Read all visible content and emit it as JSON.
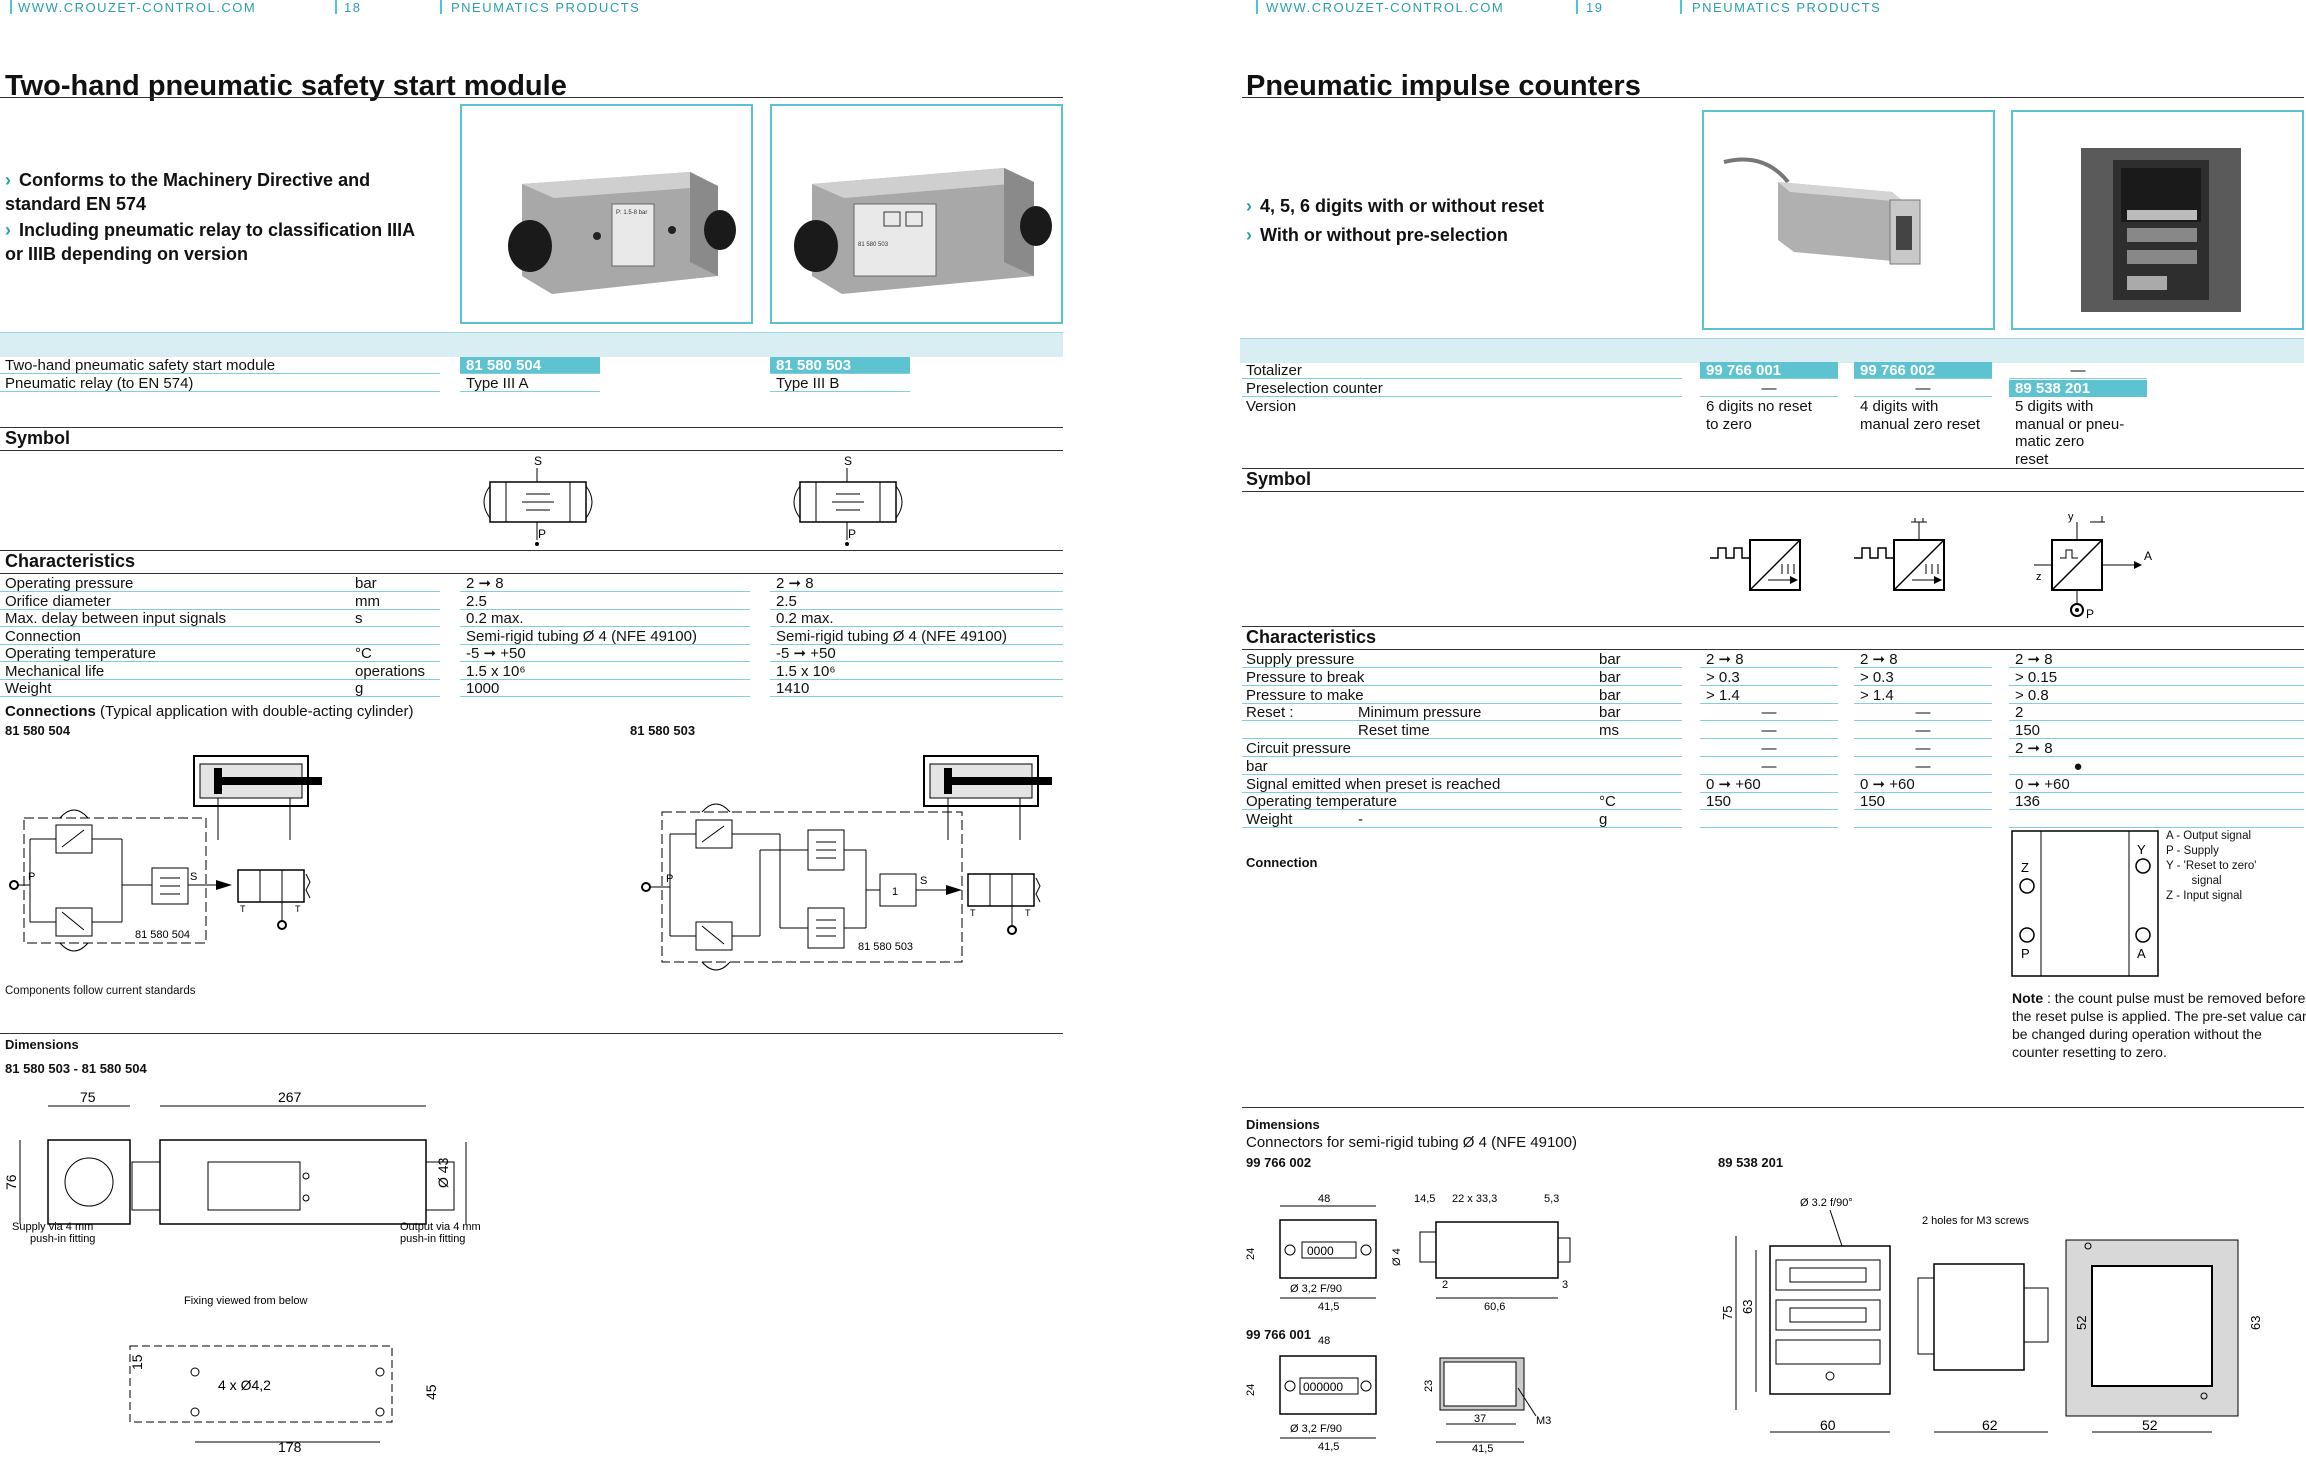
{
  "left": {
    "header": {
      "site": "WWW.CROUZET-CONTROL.COM",
      "page": "18",
      "section": "PNEUMATICS PRODUCTS"
    },
    "title": "Two-hand pneumatic safety start module",
    "bullets": [
      "Conforms to the Machinery Directive and standard EN 574",
      "Including pneumatic relay to classification IIIA or IIIB depending on version"
    ],
    "photos": {
      "a_label": "P: 1.5-8 bar",
      "b_label": "81 580 503"
    },
    "rows": [
      {
        "label": "Two-hand pneumatic safety start module",
        "v1": "81 580 504",
        "v2": "81 580 503"
      },
      {
        "label": "Pneumatic relay (to EN 574)",
        "v1": "Type III A",
        "v2": "Type III B"
      }
    ],
    "symbol_title": "Symbol",
    "symbol_s": "S",
    "symbol_p": "P",
    "char_title": "Characteristics",
    "chars": [
      {
        "label": "Operating pressure",
        "unit": "bar",
        "v1": "2 ➞ 8",
        "v2": "2 ➞ 8"
      },
      {
        "label": "Orifice diameter",
        "unit": "mm",
        "v1": "2.5",
        "v2": "2.5"
      },
      {
        "label": "Max. delay between input signals",
        "unit": "s",
        "v1": "0.2 max.",
        "v2": "0.2 max."
      },
      {
        "label": "Connection",
        "unit": "",
        "v1": "Semi-rigid tubing Ø 4 (NFE 49100)",
        "v2": "Semi-rigid tubing Ø 4 (NFE 49100)"
      },
      {
        "label": "Operating temperature",
        "unit": "°C",
        "v1": "-5 ➞ +50",
        "v2": "-5 ➞ +50"
      },
      {
        "label": "Mechanical life",
        "unit": "operations",
        "v1": "1.5 x 10⁶",
        "v2": "1.5 x 10⁶"
      },
      {
        "label": "Weight",
        "unit": "g",
        "v1": "1000",
        "v2": "1410"
      }
    ],
    "conn_title": "Connections",
    "conn_sub": "(Typical application with double-acting cylinder)",
    "conn_a": "81 580 504",
    "conn_b": "81 580 503",
    "diag_a_label": "81 580 504",
    "diag_b_label": "81 580 503",
    "diag_p": "P",
    "diag_s": "S",
    "diag_t": "T",
    "diag_1": "1",
    "components_note": "Components follow current standards",
    "dim_title": "Dimensions",
    "dim_models": "81 580 503 - 81 580 504",
    "dims": {
      "w75": "75",
      "w267": "267",
      "h76": "76",
      "d43": "Ø 43",
      "supply": "Supply via 4 mm",
      "supply2": "push-in fitting",
      "output": "Output via 4 mm",
      "output2": "push-in fitting",
      "fixing": "Fixing viewed from below",
      "h15": "15",
      "holes": "4 x Ø4,2",
      "h45": "45",
      "w178": "178"
    }
  },
  "right": {
    "header": {
      "site": "WWW.CROUZET-CONTROL.COM",
      "page": "19",
      "section": "PNEUMATICS PRODUCTS"
    },
    "title": "Pneumatic impulse counters",
    "bullets": [
      "4, 5, 6 digits with or without reset",
      "With or without pre-selection"
    ],
    "rows": [
      {
        "label": "Totalizer",
        "v1": "99 766 001",
        "v2": "99 766 002",
        "v3": "—"
      },
      {
        "label": "Preselection counter",
        "v1": "—",
        "v2": "—",
        "v3": "89 538 201"
      }
    ],
    "version_label": "Version",
    "versions": [
      [
        "6 digits no reset",
        "to zero"
      ],
      [
        "4 digits with",
        "manual zero reset"
      ],
      [
        "5 digits with",
        "manual or pneu-",
        "matic zero",
        "reset"
      ]
    ],
    "symbol_title": "Symbol",
    "sym_labels": {
      "y": "y",
      "z": "z",
      "a": "A",
      "p": "P"
    },
    "char_title": "Characteristics",
    "chars": [
      {
        "label": "Supply pressure",
        "sub": "",
        "unit": "bar",
        "v1": "2 ➞ 8",
        "v2": "2 ➞ 8",
        "v3": "2 ➞ 8"
      },
      {
        "label": "Pressure to break",
        "sub": "",
        "unit": "bar",
        "v1": "> 0.3",
        "v2": "> 0.3",
        "v3": "> 0.15"
      },
      {
        "label": "Pressure to make",
        "sub": "",
        "unit": "bar",
        "v1": "> 1.4",
        "v2": "> 1.4",
        "v3": "> 0.8"
      },
      {
        "label": "Reset :",
        "sub": "Minimum pressure",
        "unit": "bar",
        "v1": "—",
        "v2": "—",
        "v3": "2"
      },
      {
        "label": "",
        "sub": "Reset time",
        "unit": "ms",
        "v1": "—",
        "v2": "—",
        "v3": "150"
      },
      {
        "label": "Circuit pressure",
        "sub": "",
        "unit": "",
        "v1": "—",
        "v2": "—",
        "v3": "2 ➞ 8"
      },
      {
        "label": "bar",
        "sub": "",
        "unit": "",
        "v1": "—",
        "v2": "—",
        "v3": "●"
      },
      {
        "label": "Signal emitted when preset is reached",
        "sub": "",
        "unit": "",
        "v1": "0 ➞ +60",
        "v2": "0 ➞ +60",
        "v3": "0 ➞ +60"
      },
      {
        "label": "Operating temperature",
        "sub": "",
        "unit": "°C",
        "v1": "150",
        "v2": "150",
        "v3": "136"
      },
      {
        "label": "Weight",
        "sub": "-",
        "unit": "g",
        "v1": "",
        "v2": "",
        "v3": ""
      }
    ],
    "connection_title": "Connection",
    "conn_letters": {
      "z": "Z",
      "y": "Y",
      "p": "P",
      "a": "A"
    },
    "legend": [
      "A -  Output signal",
      "P -  Supply",
      "Y -  'Reset to zero'",
      "        signal",
      "Z -  Input signal"
    ],
    "note_bold": "Note",
    "note": " : the count pulse must be removed before the reset pulse is applied. The pre-set value can be changed during operation without the counter resetting to zero.",
    "dim_title": "Dimensions",
    "dim_sub": "Connectors for semi-rigid tubing Ø 4 (NFE 49100)",
    "dim_a": "99 766 002",
    "dim_b": "89 538 201",
    "dim_c": "99 766 001",
    "dimtext": {
      "d48": "48",
      "d24": "24",
      "d0000": "0000",
      "d32": "Ø 3,2 F/90",
      "d415": "41,5",
      "d145": "14,5",
      "d22": "22 x 33,3",
      "d53": "5,3",
      "d4": "Ø 4",
      "d2": "2",
      "d606": "60,6",
      "d3": "3",
      "d000000": "000000",
      "d23": "23",
      "d37": "37",
      "dm3": "M3",
      "d32b": "Ø 3.2 f/90°",
      "dholes": "2 holes for M3 screws",
      "d75": "75",
      "d63": "63",
      "d60": "60",
      "d62": "62",
      "d52": "52",
      "d52b": "52",
      "d63b": "63",
      "deq": "="
    }
  }
}
